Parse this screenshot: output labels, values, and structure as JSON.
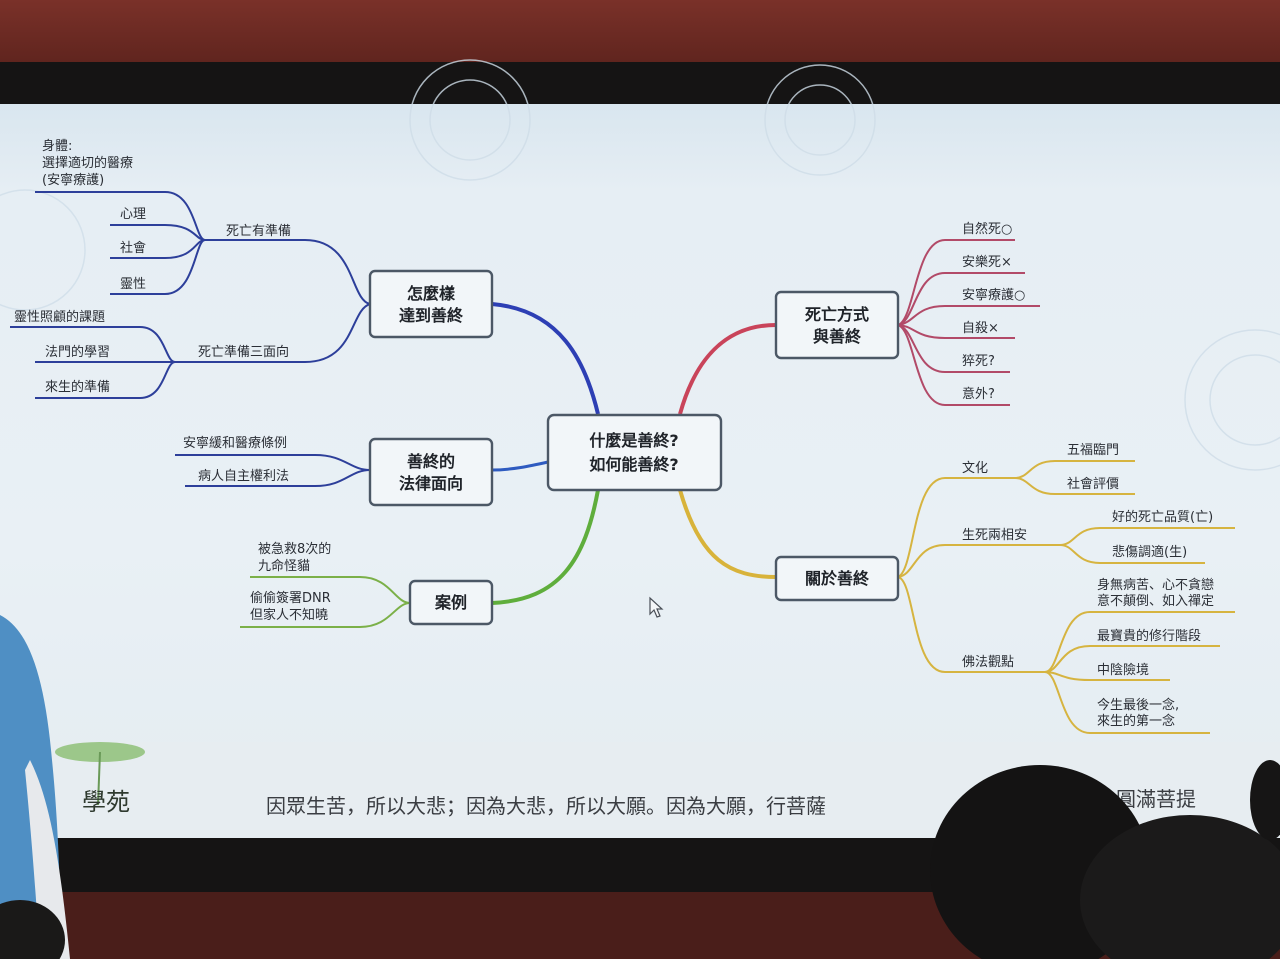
{
  "diagram": {
    "center": [
      "什麼是善終?",
      "如何能善終?"
    ],
    "branch_howto": [
      "怎麼樣",
      "達到善終"
    ],
    "prep": "死亡有準備",
    "body_lines": [
      "身體:",
      "選擇適切的醫療",
      "(安寧療護)"
    ],
    "psych": "心理",
    "social": "社會",
    "spirit": "靈性",
    "three": "死亡準備三面向",
    "spirit_care": "靈性照顧的課題",
    "dharma": "法門的學習",
    "afterlife": "來生的準備",
    "branch_law": [
      "善終的",
      "法律面向"
    ],
    "law1": "安寧緩和醫療條例",
    "law2": "病人自主權利法",
    "branch_case": "案例",
    "case1": [
      "被急救8次的",
      "九命怪貓"
    ],
    "case2": [
      "偷偷簽署DNR",
      "但家人不知曉"
    ],
    "branch_death": [
      "死亡方式",
      "與善終"
    ],
    "d1": "自然死○",
    "d2": "安樂死×",
    "d3": "安寧療護○",
    "d4": "自殺×",
    "d5": "猝死?",
    "d6": "意外?",
    "branch_about": "關於善終",
    "culture": "文化",
    "c1": "五福臨門",
    "c2": "社會評價",
    "mutual": "生死兩相安",
    "m1": "好的死亡品質(亡)",
    "m2": "悲傷調適(生)",
    "buddhist": "佛法觀點",
    "b1": [
      "身無病苦、心不貪戀",
      "意不顛倒、如入禪定"
    ],
    "b2": "最寶貴的修行階段",
    "b3": "中陰險境",
    "b4": [
      "今生最後一念,",
      "來生的第一念"
    ]
  },
  "footer": {
    "motto": "因眾生苦，所以大悲；因為大悲，所以大願。因為大願，行菩薩",
    "motto_end": "圓滿菩提",
    "logo_text": "學苑"
  }
}
